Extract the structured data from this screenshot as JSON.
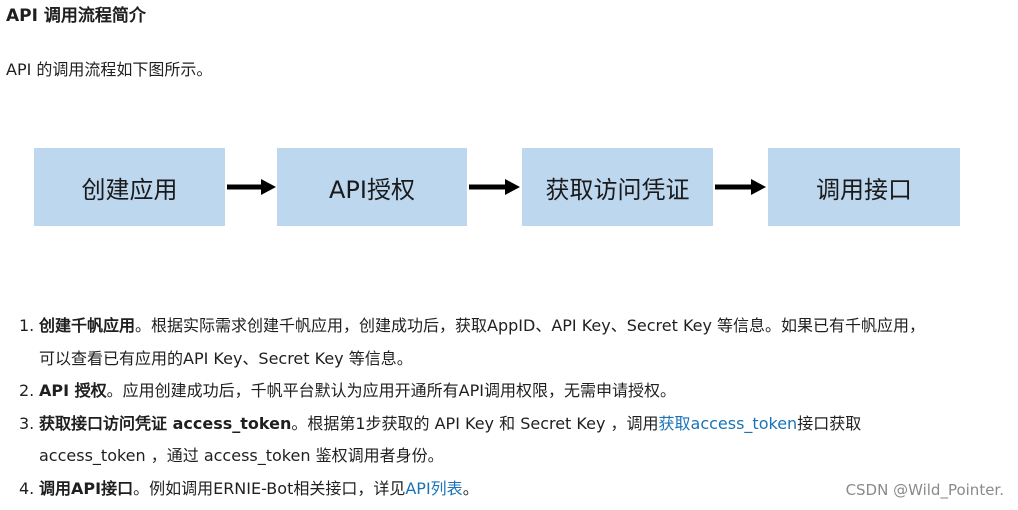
{
  "heading": "API 调用流程简介",
  "intro": "API 的调用流程如下图所示。",
  "flow": {
    "steps": [
      "创建应用",
      "API授权",
      "获取访问凭证",
      "调用接口"
    ],
    "box_color": "#bdd7ee",
    "arrow_color": "#000000"
  },
  "list": [
    {
      "num": "1.",
      "lead": "创建千帆应用",
      "text1": "。根据实际需求创建千帆应用，创建成功后，获取AppID、API Key、Secret Key 等信息。如果已有千帆应用，",
      "text2": "可以查看已有应用的API Key、Secret Key 等信息。"
    },
    {
      "num": "2.",
      "lead": "API 授权",
      "text": "。应用创建成功后，千帆平台默认为应用开通所有API调用权限，无需申请授权。"
    },
    {
      "num": "3.",
      "lead": "获取接口访问凭证 access_token",
      "text_before": "。根据第1步获取的 API Key 和 Secret Key ，调用",
      "link": "获取access_token",
      "text_after": "接口获取",
      "text2": "access_token ，通过 access_token 鉴权调用者身份。"
    },
    {
      "num": "4.",
      "lead": "调用API接口",
      "text_before": "。例如调用ERNIE-Bot相关接口，详见",
      "link": "API列表",
      "text_after": "。"
    }
  ],
  "link_color": "#1a73b8",
  "watermark": "CSDN @Wild_Pointer."
}
